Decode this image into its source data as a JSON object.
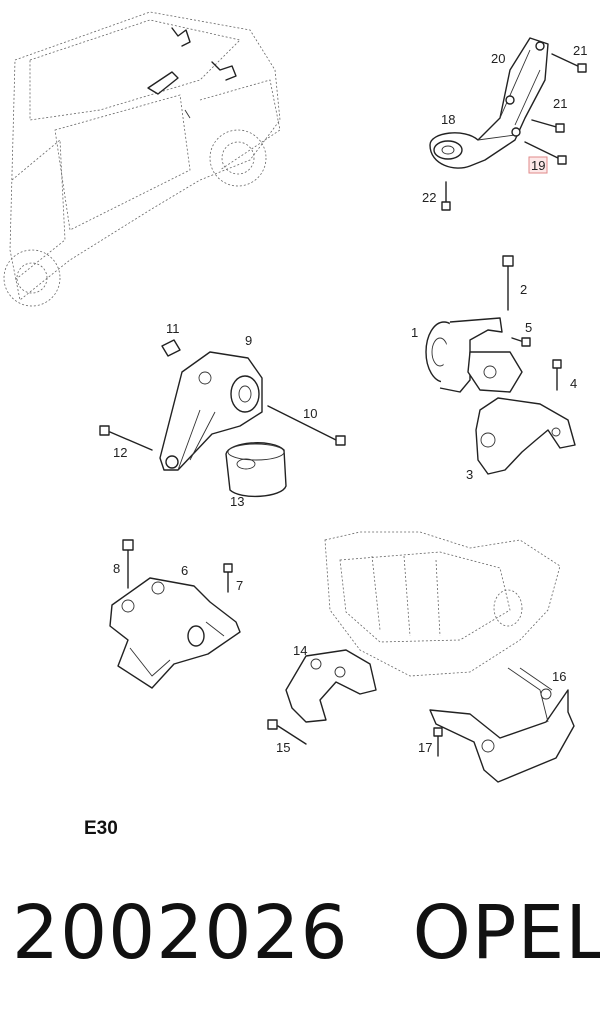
{
  "diagram": {
    "section_code": "E30",
    "part_number": "2002026",
    "brand": "OPEL",
    "highlighted_callout": "19",
    "callouts": [
      "1",
      "2",
      "3",
      "4",
      "5",
      "6",
      "7",
      "8",
      "9",
      "10",
      "11",
      "12",
      "13",
      "14",
      "15",
      "16",
      "17",
      "18",
      "19",
      "20",
      "21",
      "21",
      "22"
    ],
    "highlight_color": "#fde8e8"
  }
}
